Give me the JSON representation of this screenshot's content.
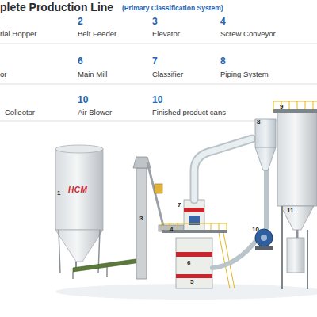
{
  "diagram": {
    "title": "plete Production Line",
    "labels": [
      "(Primary Classification System)",
      "rial Hopper",
      "2",
      "Belt Feeder",
      "3",
      "Elevator",
      "4",
      "Screw Conveyor",
      "or",
      "6",
      "Main Mill",
      "7",
      "Classifier",
      "8",
      "Piping System",
      "Colleotor",
      "10",
      "Air Blower",
      "10",
      "Finished product cans",
      "HCM",
      "1",
      "3",
      "4",
      "5",
      "6",
      "7",
      "8",
      "9",
      "10",
      "11"
    ]
  }
}
